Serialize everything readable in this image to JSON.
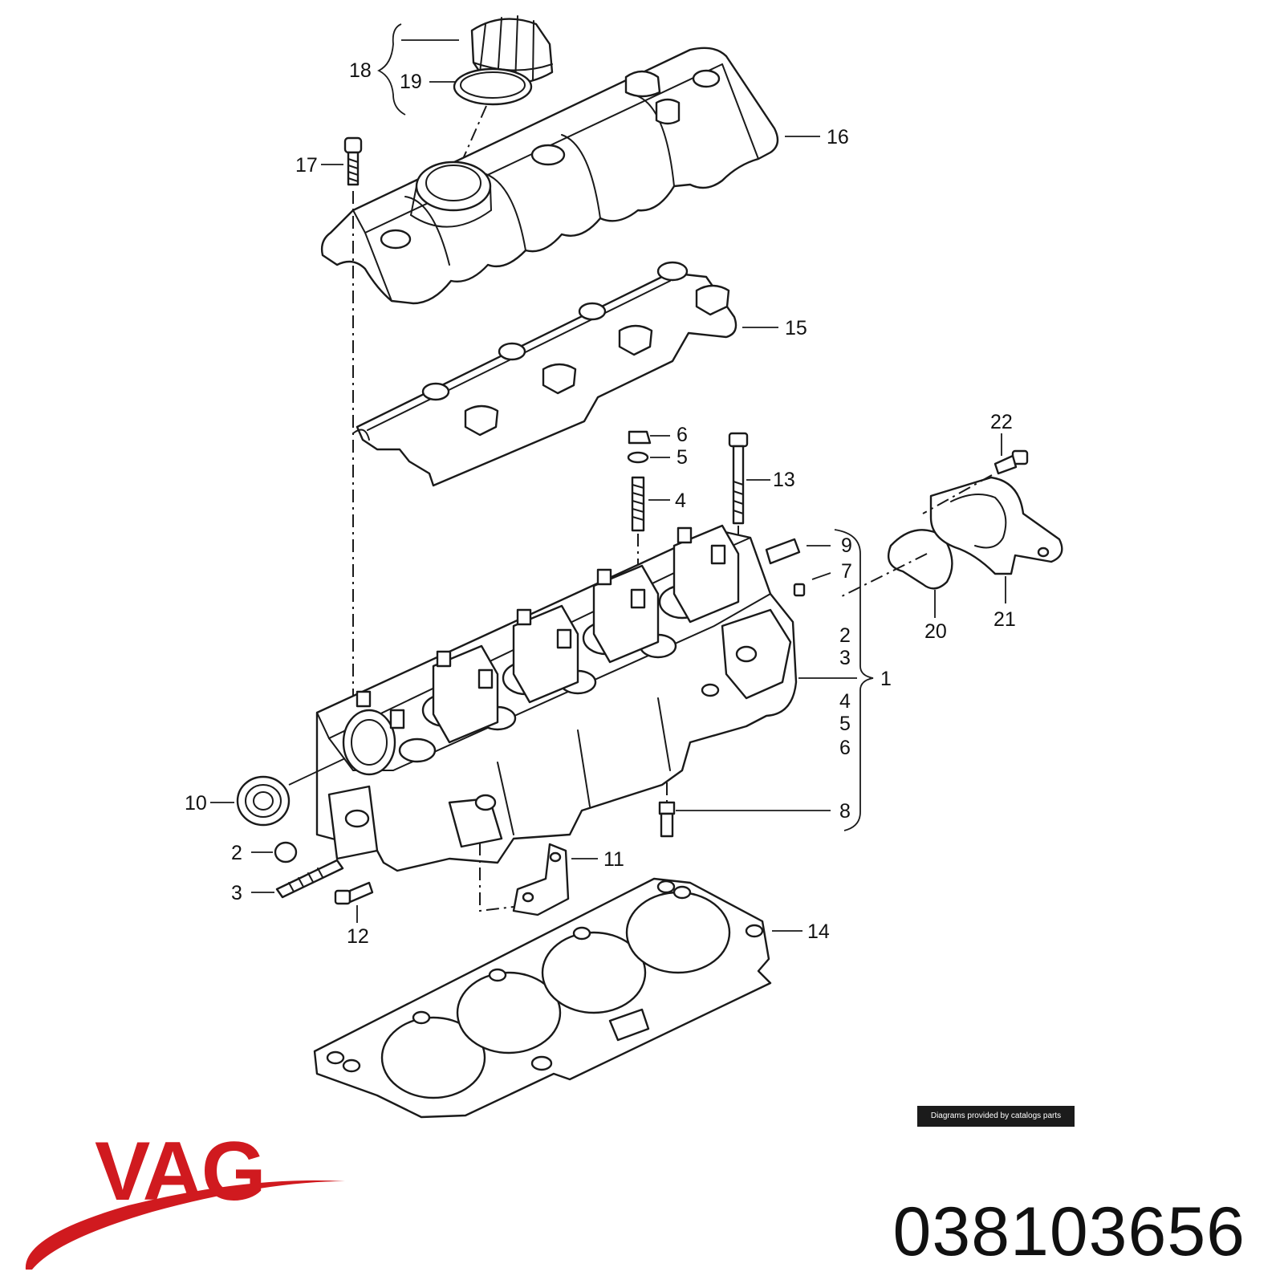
{
  "diagram": {
    "callouts": {
      "c1": "1",
      "c2": "2",
      "c3": "3",
      "c4": "4",
      "c5": "5",
      "c6": "6",
      "c7": "7",
      "c8": "8",
      "c9": "9",
      "c10": "10",
      "c11": "11",
      "c12": "12",
      "c13": "13",
      "c14": "14",
      "c15": "15",
      "c16": "16",
      "c17": "17",
      "c18": "18",
      "c19": "19",
      "c20": "20",
      "c21": "21",
      "c22": "22"
    },
    "bracket_items": [
      "2",
      "3",
      "4",
      "5",
      "6"
    ]
  },
  "credit": "Diagrams provided by catalogs parts",
  "brand": {
    "name": "VAG",
    "color": "#d01a1f"
  },
  "part_number": "038103656"
}
